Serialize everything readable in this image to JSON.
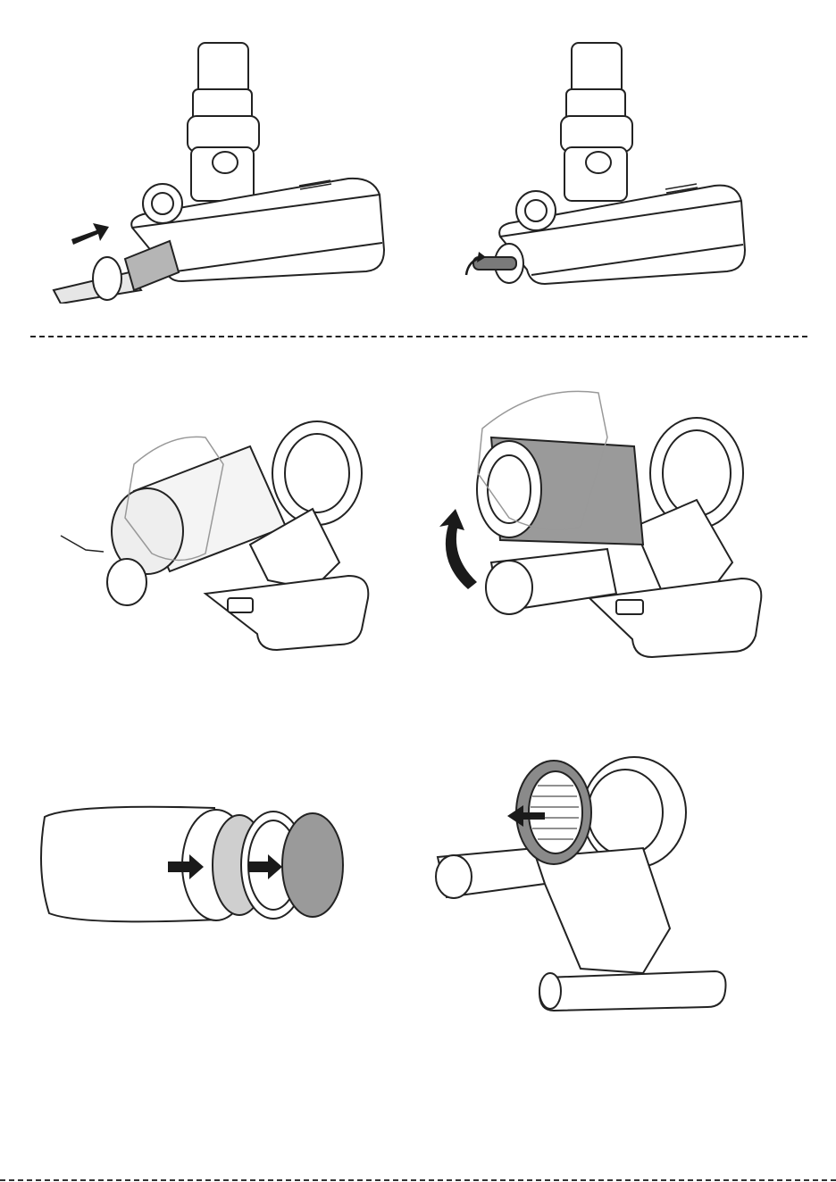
{
  "page": {
    "description_panels": [
      "brush-insert",
      "brush-lock",
      "dustbin-release",
      "dustbin-lift",
      "filter-separate",
      "rear-filter-remove"
    ]
  },
  "colors": {
    "ink": "#1a1a1a",
    "line": "#222222",
    "grey_fill": "#9a9a9a",
    "light_fill": "#e6e6e6",
    "white": "#ffffff"
  }
}
